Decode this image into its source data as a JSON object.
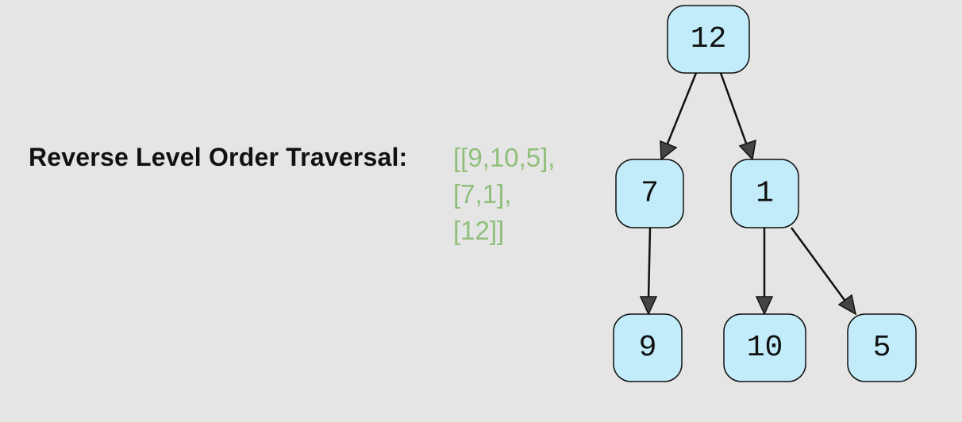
{
  "label": "Reverse Level Order Traversal:",
  "result_lines": [
    "[[9,10,5],",
    "[7,1],",
    "[12]]"
  ],
  "colors": {
    "background": "#e5e5e5",
    "node_fill": "#c2ecfa",
    "result_text": "#8fbf7a"
  },
  "tree": {
    "nodes": [
      {
        "id": "n12",
        "value": "12"
      },
      {
        "id": "n7",
        "value": "7"
      },
      {
        "id": "n1",
        "value": "1"
      },
      {
        "id": "n9",
        "value": "9"
      },
      {
        "id": "n10",
        "value": "10"
      },
      {
        "id": "n5",
        "value": "5"
      }
    ],
    "edges": [
      {
        "from": "n12",
        "to": "n7"
      },
      {
        "from": "n12",
        "to": "n1"
      },
      {
        "from": "n7",
        "to": "n9"
      },
      {
        "from": "n1",
        "to": "n10"
      },
      {
        "from": "n1",
        "to": "n5"
      }
    ]
  }
}
